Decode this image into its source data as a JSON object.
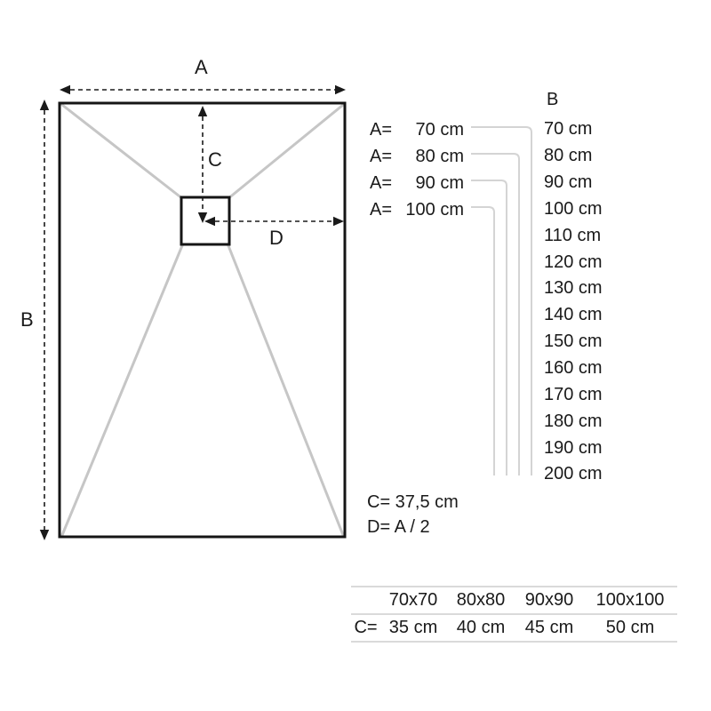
{
  "colors": {
    "ink": "#1a1a1a",
    "slope_gray": "#c6c6c6",
    "connector_gray": "#d4d4d4",
    "table_line_gray": "#dadada"
  },
  "drawing": {
    "dim_a": "A",
    "dim_b": "B",
    "dim_c": "C",
    "dim_d": "D"
  },
  "a_options": [
    {
      "label": "A=",
      "value": "70 cm"
    },
    {
      "label": "A=",
      "value": "80 cm"
    },
    {
      "label": "A=",
      "value": "90 cm"
    },
    {
      "label": "A=",
      "value": "100 cm"
    }
  ],
  "b_column": {
    "header": "B",
    "values": [
      "70 cm",
      "80 cm",
      "90 cm",
      "100 cm",
      "110 cm",
      "120 cm",
      "130 cm",
      "140 cm",
      "150 cm",
      "160 cm",
      "170 cm",
      "180 cm",
      "190 cm",
      "200 cm"
    ]
  },
  "notes": {
    "c": "C= 37,5 cm",
    "d": "D= A / 2"
  },
  "size_table": {
    "row_label": "C=",
    "columns": [
      "70x70",
      "80x80",
      "90x90",
      "100x100"
    ],
    "values": [
      "35 cm",
      "40 cm",
      "45 cm",
      "50 cm"
    ]
  }
}
